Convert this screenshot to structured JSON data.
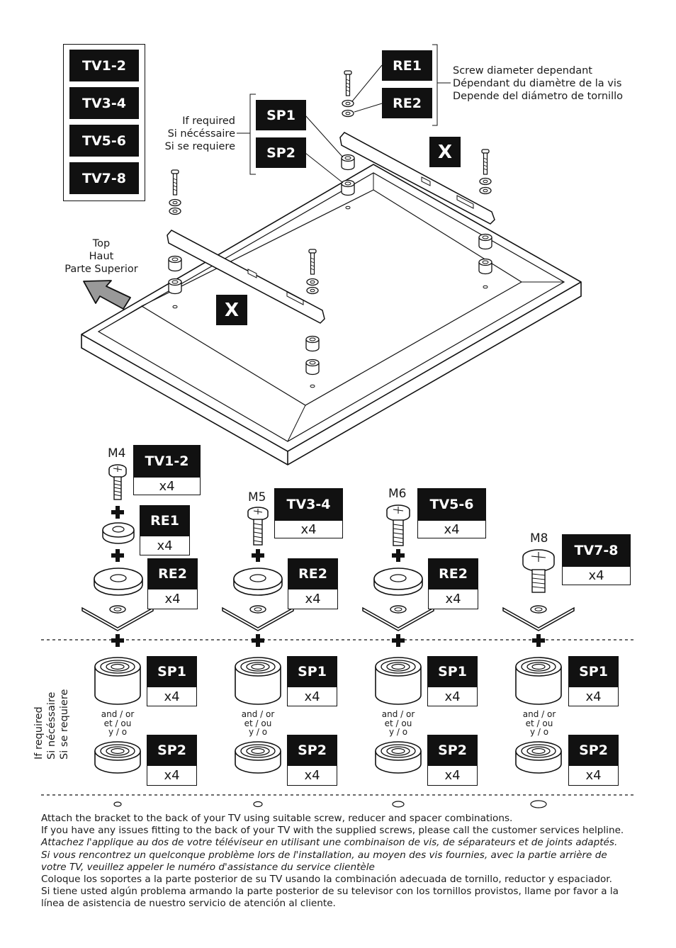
{
  "tv_groups": [
    "TV1-2",
    "TV3-4",
    "TV5-6",
    "TV7-8"
  ],
  "reducers": {
    "re1": "RE1",
    "re2": "RE2"
  },
  "spacers": {
    "sp1": "SP1",
    "sp2": "SP2"
  },
  "bracket_marker": "X",
  "notes": {
    "screw_diameter": [
      "Screw diameter dependant",
      "Dépendant du diamètre de la vis",
      "Depende del diámetro de tornillo"
    ],
    "if_required": [
      "If required",
      "Si nécéssaire",
      "Si se requiere"
    ],
    "top": [
      "Top",
      "Haut",
      "Parte Superior"
    ],
    "and_or": [
      "and / or",
      "et / ou",
      "y / o"
    ]
  },
  "kits": [
    {
      "size": "M4",
      "tv": "TV1-2",
      "qty": "x4",
      "re1": "RE1",
      "re1_qty": "x4",
      "re2": "RE2",
      "re2_qty": "x4",
      "sp1": "SP1",
      "sp1_qty": "x4",
      "sp2": "SP2",
      "sp2_qty": "x4"
    },
    {
      "size": "M5",
      "tv": "TV3-4",
      "qty": "x4",
      "re2": "RE2",
      "re2_qty": "x4",
      "sp1": "SP1",
      "sp1_qty": "x4",
      "sp2": "SP2",
      "sp2_qty": "x4"
    },
    {
      "size": "M6",
      "tv": "TV5-6",
      "qty": "x4",
      "re2": "RE2",
      "re2_qty": "x4",
      "sp1": "SP1",
      "sp1_qty": "x4",
      "sp2": "SP2",
      "sp2_qty": "x4"
    },
    {
      "size": "M8",
      "tv": "TV7-8",
      "qty": "x4",
      "sp1": "SP1",
      "sp1_qty": "x4",
      "sp2": "SP2",
      "sp2_qty": "x4"
    }
  ],
  "footer": [
    "Attach the bracket to the back of your TV using suitable screw, reducer and spacer combinations.",
    "If you have any issues fitting to the back of your TV with the supplied screws, please call the customer services helpline.",
    "Attachez l'applique au dos de votre téléviseur en utilisant une combinaison de vis, de séparateurs et de joints adaptés.",
    "Si vous rencontrez un quelconque problème lors de l'installation, au moyen des vis fournies, avec la partie arrière de",
    "votre TV, veuillez appeler  le numéro d'assistance du service clientèle",
    "Coloque los soportes a la parte posterior de su TV usando la combinación adecuada de tornillo, reductor y espaciador.",
    "Si tiene usted algún problema armando la parte posterior de su televisor con los tornillos provistos, llame por favor a la",
    "línea de asistencia de nuestro servicio de atención al cliente."
  ]
}
